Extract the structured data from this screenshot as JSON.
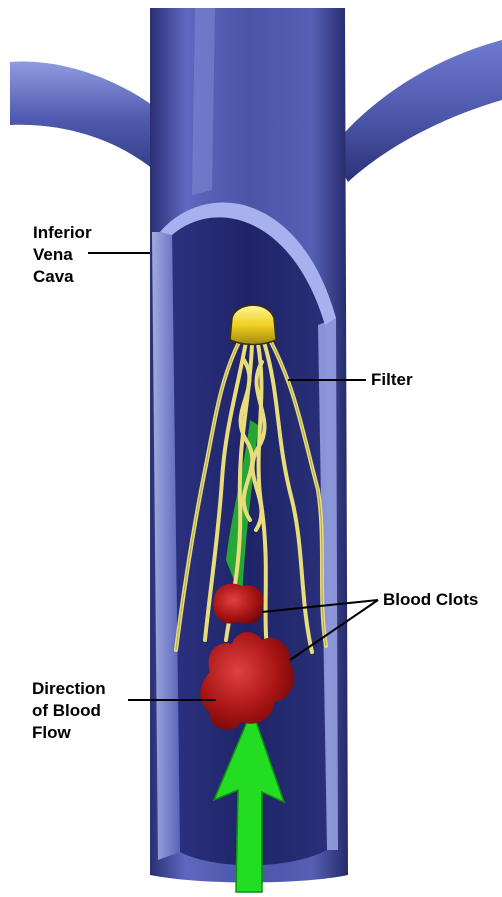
{
  "labels": {
    "inferior_vena_cava": [
      "Inferior",
      "Vena",
      "Cava"
    ],
    "filter": "Filter",
    "blood_clots": "Blood Clots",
    "direction_of_blood_flow": [
      "Direction",
      "of Blood",
      "Flow"
    ]
  },
  "colors": {
    "vein_dark": "#2a2f73",
    "vein_mid": "#4a55a8",
    "vein_light": "#8f9be0",
    "vein_lumen": "#1f2468",
    "filter_wire": "#e8dd7a",
    "filter_cap": "#f0d020",
    "clot": "#b01818",
    "flow_arrow": "#22dd22",
    "label_text": "#000000",
    "leader_line": "#000000"
  }
}
